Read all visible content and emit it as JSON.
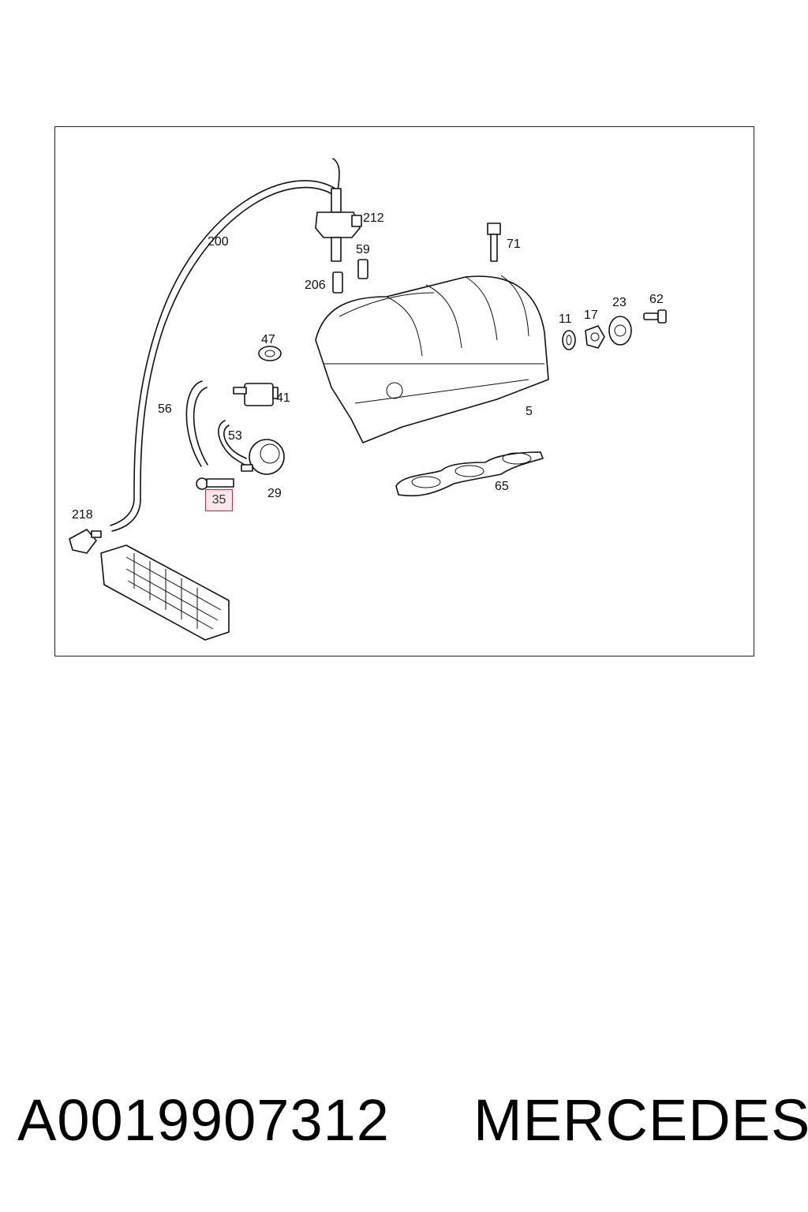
{
  "diagram": {
    "callouts": {
      "c200": "200",
      "c212": "212",
      "c59": "59",
      "c206": "206",
      "c71": "71",
      "c47": "47",
      "c41": "41",
      "c56": "56",
      "c53": "53",
      "c29": "29",
      "c218": "218",
      "c11": "11",
      "c17": "17",
      "c23": "23",
      "c62": "62",
      "c5": "5",
      "c65": "65"
    },
    "highlighted_callout": "35",
    "highlight_color": "#e0213a"
  },
  "footer": {
    "part_number": "A0019907312",
    "brand": "MERCEDES"
  }
}
